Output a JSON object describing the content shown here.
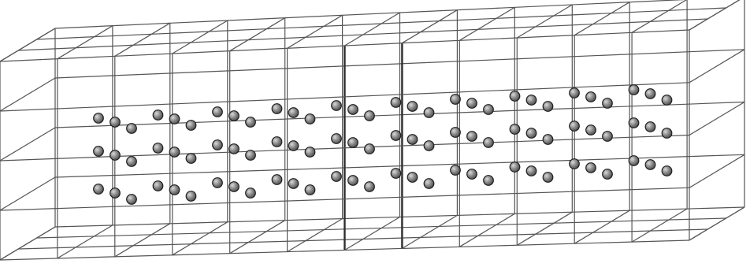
{
  "figure": {
    "kind": "3d lattice grid with spherical particles",
    "colors": {
      "background": "#ffffff",
      "grid_line": "#555555",
      "grid_line_strong": "#2f2f2f",
      "particle_fill": "#8c8c8c",
      "particle_stroke": "#1e1e1e"
    },
    "particle_groups": 10,
    "particles_per_group": 9
  }
}
